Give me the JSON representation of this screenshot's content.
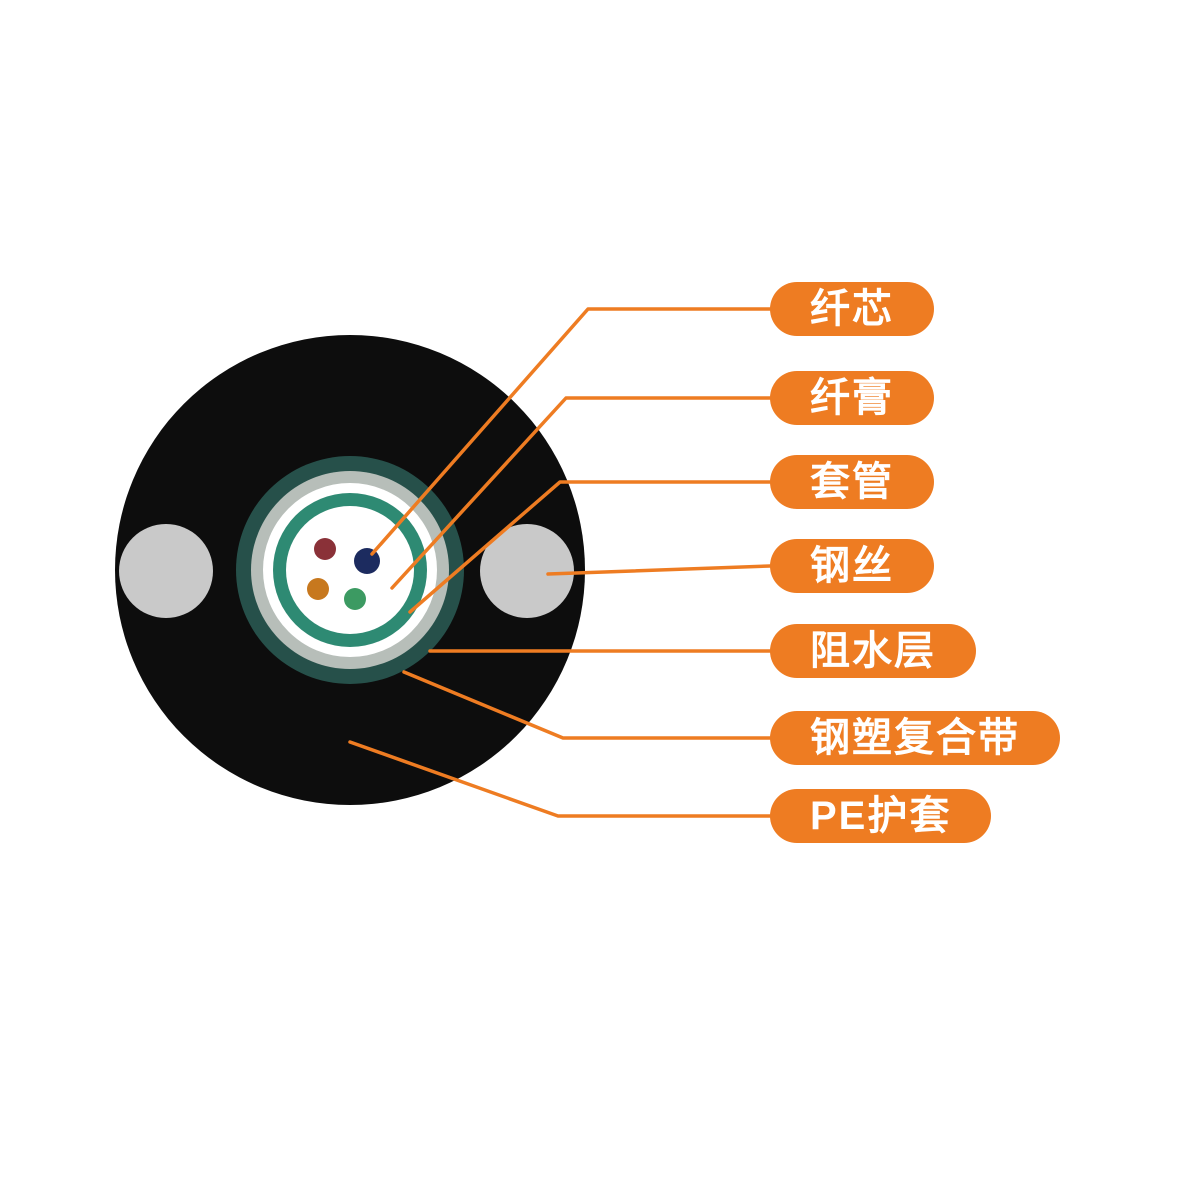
{
  "labels": {
    "fiber_core": "纤芯",
    "fiber_gel": "纤膏",
    "loose_tube": "套管",
    "steel_wire": "钢丝",
    "water_blocking_layer": "阻水层",
    "steel_plastic_composite_tape": "钢塑复合带",
    "pe_sheath": "PE护套"
  },
  "colors": {
    "background": "#FFFFFF",
    "accent_orange": "#EE7C22",
    "label_text": "#FFFFFF",
    "sheath_black": "#0D0D0D",
    "steel_wire_gray": "#C9C9C9",
    "composite_tape_teal": "#26504A",
    "water_blocking_gray": "#B7BEB9",
    "inner_ring_white": "#FFFFFF",
    "loose_tube_green": "#2E8A73",
    "gel_white": "#FFFFFF",
    "fiber_dot_red": "#8A3138",
    "fiber_dot_blue": "#1C2B5F",
    "fiber_dot_orange": "#C7781E",
    "fiber_dot_green": "#3C9A62"
  }
}
